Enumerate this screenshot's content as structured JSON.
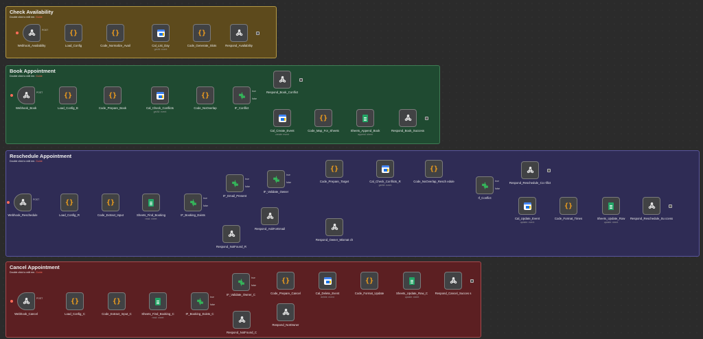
{
  "hint_prefix": "Double click to edit me.",
  "hint_link": "Guide",
  "sticky_colors": {
    "availability": "#5d4a1c",
    "book": "#1f4a31",
    "reschedule": "#2f2c55",
    "cancel": "#5c1f22"
  },
  "groups": [
    {
      "key": "availability",
      "title": "Check Availability"
    },
    {
      "key": "book",
      "title": "Book Appointment"
    },
    {
      "key": "reschedule",
      "title": "Reschedule Appointment"
    },
    {
      "key": "cancel",
      "title": "Cancel Appointment"
    }
  ],
  "nodes": {
    "webhook_availability": {
      "label": "Webhook_Availability",
      "icon": "webhook-icon"
    },
    "load_config": {
      "label": "Load_Config",
      "icon": "code-icon"
    },
    "code_normalize_avail": {
      "label": "Code_Normalize_Avail",
      "icon": "code-icon"
    },
    "cal_list_day": {
      "label": "Cal_List_Day",
      "sub": "getAll: event",
      "icon": "google-calendar-icon"
    },
    "code_generate_slots": {
      "label": "Code_Generate_Slots",
      "icon": "code-icon"
    },
    "respond_availability": {
      "label": "Respond_Availability",
      "icon": "webhook-icon"
    },
    "webhook_book": {
      "label": "Webhook_Book",
      "icon": "webhook-icon"
    },
    "load_config_b": {
      "label": "Load_Config_B",
      "icon": "code-icon"
    },
    "code_prepare_book": {
      "label": "Code_Prepare_Book",
      "icon": "code-icon"
    },
    "cal_check_conflicts": {
      "label": "Cal_Check_Conflicts",
      "sub": "getAll: event",
      "icon": "google-calendar-icon"
    },
    "code_nooverlap": {
      "label": "Code_NoOverlap",
      "icon": "code-icon"
    },
    "if_conflict": {
      "label": "IF_Conflict",
      "icon": "if-icon"
    },
    "respond_book_conflict": {
      "label": "Respond_Book_Conflict",
      "icon": "webhook-icon"
    },
    "cal_create_event": {
      "label": "Cal_Create_Event",
      "sub": "create: event",
      "icon": "google-calendar-icon"
    },
    "code_map_for_sheets": {
      "label": "Code_Map_For_Sheets",
      "icon": "code-icon"
    },
    "sheets_append_book": {
      "label": "Sheets_Append_Book",
      "sub": "append: sheet",
      "icon": "google-sheets-icon"
    },
    "respond_book_success": {
      "label": "Respond_Book_Success",
      "icon": "webhook-icon"
    },
    "webhook_reschedule": {
      "label": "Webhook_Reschedule",
      "icon": "webhook-icon"
    },
    "load_config_r": {
      "label": "Load_Config_R",
      "icon": "code-icon"
    },
    "code_extract_input": {
      "label": "Code_Extract_Input",
      "icon": "code-icon"
    },
    "sheets_find_booking": {
      "label": "Sheets_Find_Booking",
      "sub": "read: sheet",
      "icon": "google-sheets-icon"
    },
    "if_booking_exists": {
      "label": "IF_Booking_Exists",
      "icon": "if-icon"
    },
    "if_email_present": {
      "label": "IF_Email_Present",
      "icon": "if-icon"
    },
    "respond_notfound_r": {
      "label": "Respond_NotFound_R",
      "icon": "webhook-icon"
    },
    "if_validate_owner": {
      "label": "IF_Validate_Owner",
      "icon": "if-icon"
    },
    "respond_askforemail": {
      "label": "Respond_AskForEmail",
      "icon": "webhook-icon"
    },
    "code_prepare_target": {
      "label": "Code_Prepare_Target",
      "icon": "code-icon"
    },
    "respond_owner_mismatch": {
      "label": "Respond_Owner_Mismat ch",
      "icon": "webhook-icon"
    },
    "cal_check_conflicts_r": {
      "label": "Cal_Check_Conflicts_R",
      "sub": "getAll: event",
      "icon": "google-calendar-icon"
    },
    "code_nooverlap_resched": {
      "label": "Code_NoOverlap_Resch edule",
      "icon": "code-icon"
    },
    "if_conflict_r": {
      "label": "If_Conflict",
      "icon": "if-icon"
    },
    "respond_reschedule_conflict": {
      "label": "Respond_Reschedule_Co nflict",
      "icon": "webhook-icon"
    },
    "cal_update_event": {
      "label": "Cal_Update_Event",
      "sub": "update: event",
      "icon": "google-calendar-icon"
    },
    "code_format_times": {
      "label": "Code_Format_Times",
      "icon": "code-icon"
    },
    "sheets_update_row": {
      "label": "Sheets_Update_Row",
      "sub": "update: sheet",
      "icon": "google-sheets-icon"
    },
    "respond_reschedule_success": {
      "label": "Respond_Reschedule_Su ccess",
      "icon": "webhook-icon"
    },
    "webhook_cancel": {
      "label": "Webhook_Cancel",
      "icon": "webhook-icon"
    },
    "load_config_c": {
      "label": "Load_Config_C",
      "icon": "code-icon"
    },
    "code_extract_input_c": {
      "label": "Code_Extract_Input_C",
      "icon": "code-icon"
    },
    "sheets_find_booking_c": {
      "label": "Sheets_Find_Booking_C",
      "sub": "read: sheet",
      "icon": "google-sheets-icon"
    },
    "if_booking_exists_c": {
      "label": "IF_Booking_Exists_C",
      "icon": "if-icon"
    },
    "if_validate_owner_c": {
      "label": "IF_Validate_Owner_C",
      "icon": "if-icon"
    },
    "respond_notfound_c": {
      "label": "Respond_NotFound_C",
      "icon": "webhook-icon"
    },
    "code_prepare_cancel": {
      "label": "Code_Prepare_Cancel",
      "icon": "code-icon"
    },
    "respond_notowner": {
      "label": "Respond_NotOwner",
      "icon": "webhook-icon"
    },
    "cal_delete_event": {
      "label": "Cal_Delete_Event",
      "sub": "delete: event",
      "icon": "google-calendar-icon"
    },
    "code_format_update": {
      "label": "Code_Format_Update",
      "icon": "code-icon"
    },
    "sheets_update_row_c": {
      "label": "Sheets_Update_Row_C",
      "sub": "update: sheet",
      "icon": "google-sheets-icon"
    },
    "respond_cancel_success": {
      "label": "Respond_Cancel_Succes s",
      "icon": "webhook-icon"
    }
  },
  "branch_labels": {
    "port": "POST",
    "true": "true",
    "false": "false"
  }
}
